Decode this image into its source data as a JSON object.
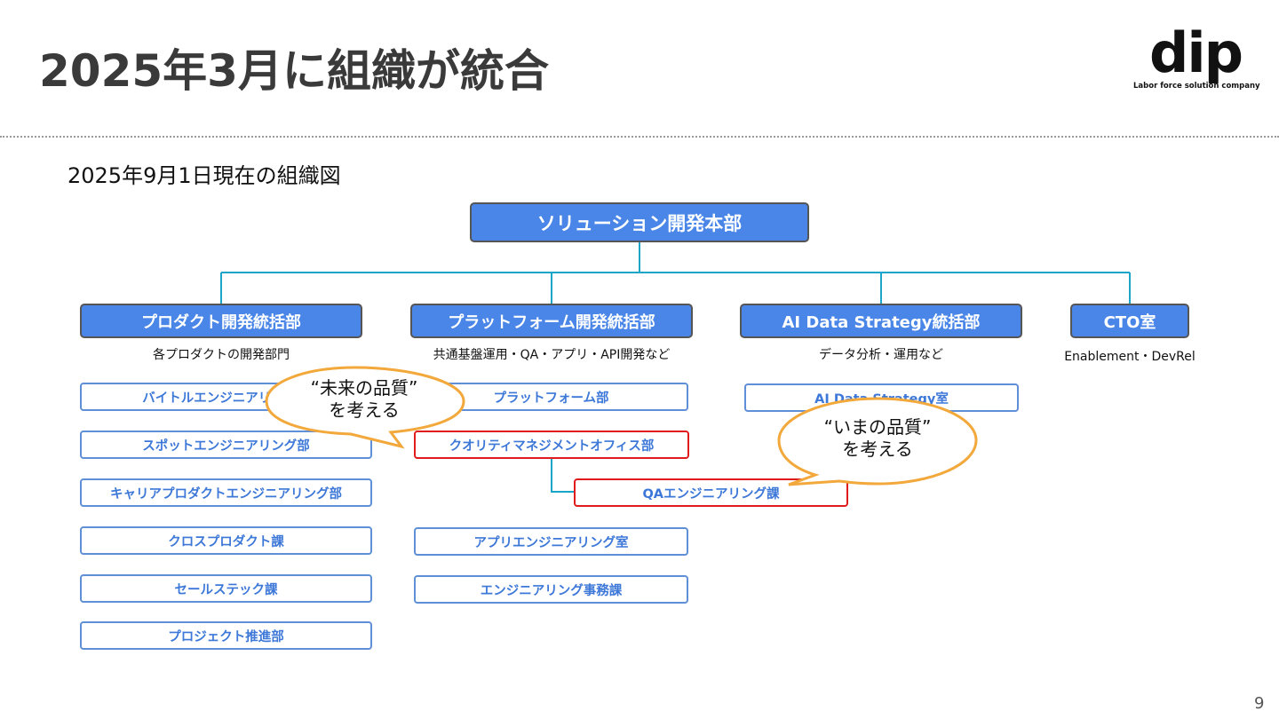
{
  "header": {
    "title": "2025年3月に組織が統合",
    "logo_word": "dip",
    "logo_tagline": "Labor force solution company"
  },
  "subtitle": "2025年9月1日現在の組織図",
  "org": {
    "root": "ソリューション開発本部",
    "departments": [
      {
        "name": "プロダクト開発統括部",
        "description": "各プロダクトの開発部門",
        "units": [
          "バイトルエンジニアリング部",
          "スポットエンジニアリング部",
          "キャリアプロダクトエンジニアリング部",
          "クロスプロダクト課",
          "セールステック課",
          "プロジェクト推進部"
        ]
      },
      {
        "name": "プラットフォーム開発統括部",
        "description": "共通基盤運用・QA・アプリ・API開発など",
        "units": [
          "プラットフォーム部",
          "クオリティマネジメントオフィス部",
          "アプリエンジニアリング室",
          "エンジニアリング事務課"
        ],
        "sub_unit": "QAエンジニアリング課"
      },
      {
        "name": "AI Data Strategy統括部",
        "description": "データ分析・運用など",
        "units": [
          "AI Data Strategy室"
        ]
      },
      {
        "name": "CTO室",
        "description": "Enablement・DevRel",
        "units": []
      }
    ]
  },
  "callouts": {
    "future": {
      "line1": "“未来の品質”",
      "line2": "を考える"
    },
    "present": {
      "line1": "“いまの品質”",
      "line2": "を考える"
    }
  },
  "colors": {
    "header_box": "#4a86e8",
    "connector": "#1ba6c9",
    "unit_border": "#5f8fd6",
    "highlight": "#e01b1b",
    "callout_border": "#f2a83b"
  },
  "page_number": "9"
}
